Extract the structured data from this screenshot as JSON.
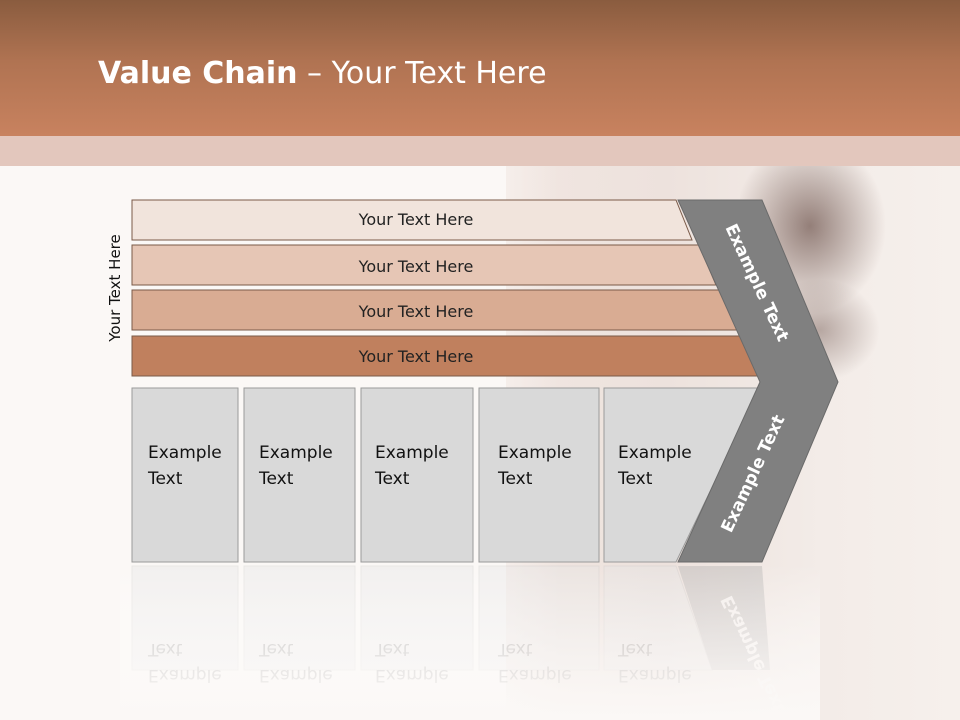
{
  "title": {
    "bold": "Value Chain",
    "rest": " – Your Text Here"
  },
  "side_label": "Your Text Here",
  "bars": [
    {
      "label": "Your Text Here",
      "fill": "#f1e4dc"
    },
    {
      "label": "Your Text Here",
      "fill": "#e6c6b5"
    },
    {
      "label": "Your Text Here",
      "fill": "#d9ac93"
    },
    {
      "label": "Your Text Here",
      "fill": "#c0805e"
    }
  ],
  "columns": [
    {
      "line1": "Example",
      "line2": "Text"
    },
    {
      "line1": "Example",
      "line2": "Text"
    },
    {
      "line1": "Example",
      "line2": "Text"
    },
    {
      "line1": "Example",
      "line2": "Text"
    },
    {
      "line1": "Example",
      "line2": "Text"
    }
  ],
  "chevron_top": "Example Text",
  "chevron_bottom": "Example Text",
  "colors": {
    "header": "#b07352",
    "column": "#d9d9d9",
    "chevron": "#808080"
  }
}
